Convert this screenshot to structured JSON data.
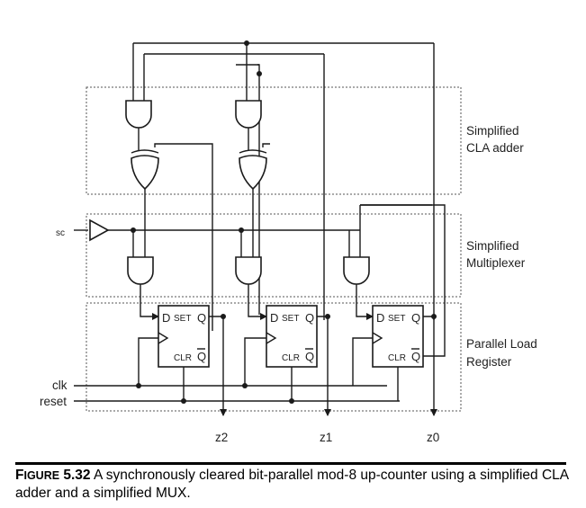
{
  "blocks": {
    "adder_1": "Simplified",
    "adder_2": "CLA adder",
    "mux_1": "Simplified",
    "mux_2": "Multiplexer",
    "reg_1": "Parallel Load",
    "reg_2": "Register"
  },
  "inputs": {
    "sc": "sc",
    "clk": "clk",
    "reset": "reset"
  },
  "outputs": {
    "z2": "z2",
    "z1": "z1",
    "z0": "z0"
  },
  "flipflop": {
    "d": "D",
    "set": "SET",
    "q": "Q",
    "clr": "CLR",
    "qbar": "Q"
  },
  "caption": {
    "fig_first": "F",
    "fig_rest": "IGURE",
    "fig_number": "5.32",
    "text": "A synchronously cleared bit-parallel mod-8 up-counter using a simplified CLA adder and a simplified MUX."
  }
}
